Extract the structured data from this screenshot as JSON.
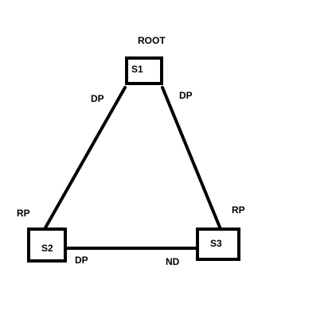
{
  "diagram": {
    "root_label": "ROOT",
    "nodes": {
      "s1": "S1",
      "s2": "S2",
      "s3": "S3"
    },
    "port_labels": {
      "s1_to_s2": "DP",
      "s1_to_s3": "DP",
      "s2_to_s1": "RP",
      "s2_to_s3": "DP",
      "s3_to_s1": "RP",
      "s3_to_s2": "ND"
    },
    "colors": {
      "line": "#000000",
      "background": "#ffffff"
    }
  }
}
